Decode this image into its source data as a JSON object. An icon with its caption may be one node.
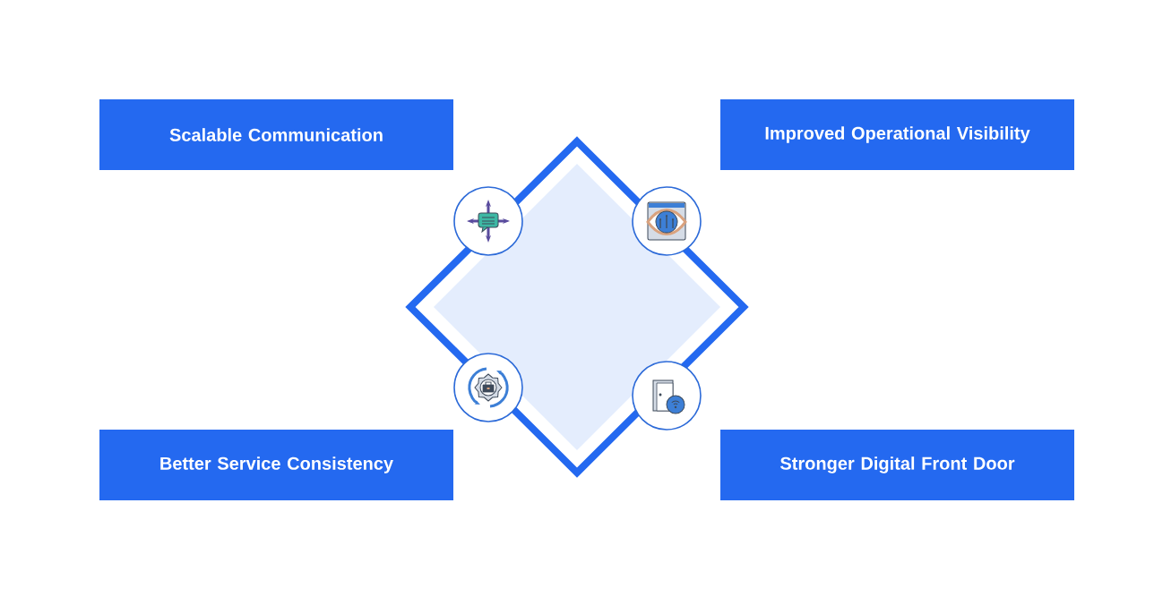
{
  "diagram": {
    "nodes": [
      {
        "text": [
          "Scalable Communication"
        ]
      },
      {
        "text": [
          "Improved Operational Visibility"
        ]
      },
      {
        "text": [
          "Better Service Consistency"
        ]
      },
      {
        "text": [
          "Stronger Digital Front Door"
        ]
      }
    ]
  }
}
